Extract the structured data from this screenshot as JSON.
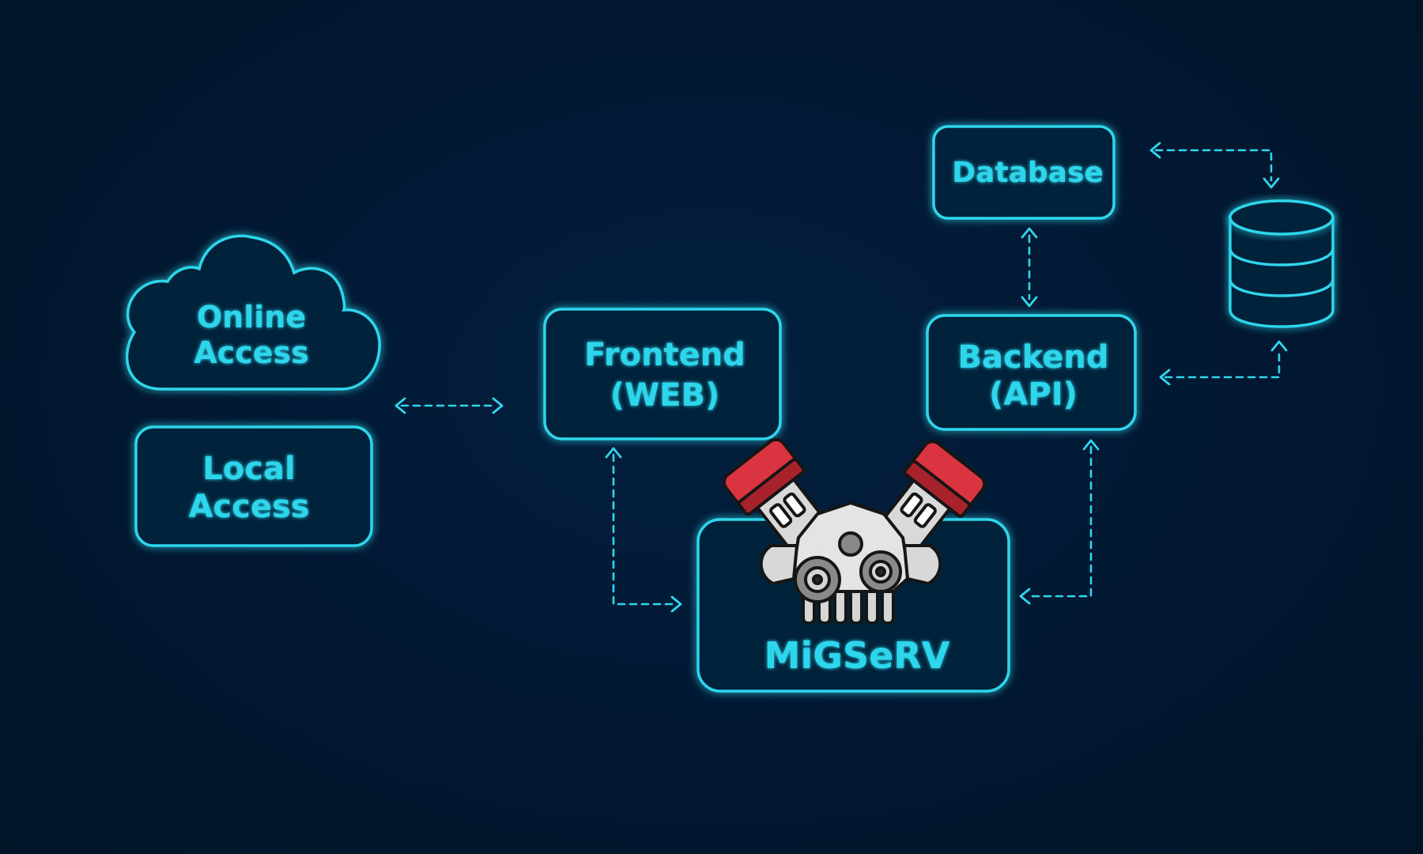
{
  "colors": {
    "background": "#021530",
    "accent": "#2fd6ec",
    "engine_red": "#d9343f",
    "engine_gray": "#cfcfcf",
    "engine_dark": "#2a2a2a"
  },
  "nodes": {
    "online_access": {
      "line1": "Online",
      "line2": "Access"
    },
    "local_access": {
      "line1": "Local",
      "line2": "Access"
    },
    "frontend": {
      "line1": "Frontend",
      "line2": "(WEB)"
    },
    "backend": {
      "line1": "Backend",
      "line2": "(API)"
    },
    "database": {
      "line1": "Database"
    },
    "migserv": {
      "line1": "MiGSeRV"
    }
  },
  "icons": {
    "cloud": "cloud-icon",
    "database": "database-cylinder-icon",
    "engine": "engine-icon"
  },
  "connections": [
    {
      "from": "access",
      "to": "frontend",
      "style": "dashed",
      "direction": "both"
    },
    {
      "from": "frontend",
      "to": "migserv",
      "style": "dashed",
      "direction": "both"
    },
    {
      "from": "backend",
      "to": "migserv",
      "style": "dashed",
      "direction": "both"
    },
    {
      "from": "database",
      "to": "backend",
      "style": "dashed",
      "direction": "both"
    },
    {
      "from": "database",
      "to": "database-cylinder",
      "style": "dashed",
      "direction": "both"
    },
    {
      "from": "backend",
      "to": "database-cylinder",
      "style": "dashed",
      "direction": "both"
    }
  ]
}
